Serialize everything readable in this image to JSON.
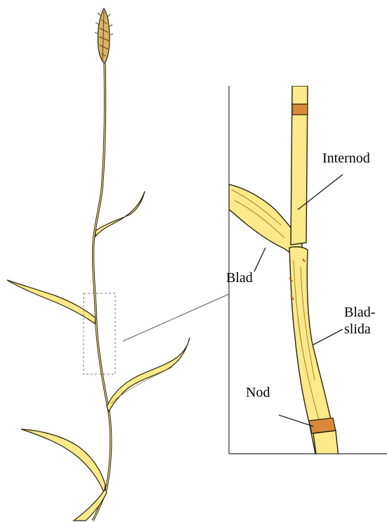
{
  "labels": {
    "internod": "Internod",
    "blad": "Blad",
    "bladslida_line1": "Blad-",
    "bladslida_line2": "slida",
    "nod": "Nod"
  },
  "colors": {
    "leaf_fill": "#fbe98a",
    "leaf_dark": "#e8c24a",
    "stroke": "#2a2410",
    "node_band": "#d88a3a",
    "stem_fill": "#fbe98a",
    "spike": "#c8a050",
    "guide_line": "#555555",
    "box_dash": "#777777"
  }
}
